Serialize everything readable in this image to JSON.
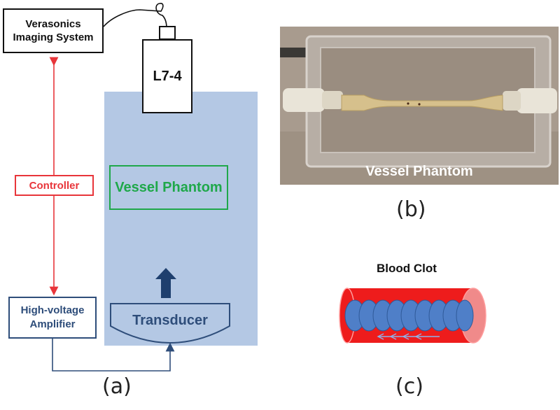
{
  "diagram_a": {
    "imaging_system": "Verasonics\nImaging System",
    "probe": "L7-4",
    "controller": "Controller",
    "vessel_phantom": "Vessel Phantom",
    "amplifier": "High-voltage\nAmplifier",
    "transducer": "Transducer",
    "label": "(a)"
  },
  "photo_b": {
    "caption": "Vessel Phantom",
    "label": "(b)"
  },
  "diagram_c": {
    "title": "Blood Clot",
    "label": "(c)"
  },
  "colors": {
    "red": "#e8353a",
    "green": "#1fa84a",
    "navy": "#2e4d7a",
    "water": "#b4c8e4",
    "clot_red": "#ee1c1c",
    "clot_blue": "#4f7fc8"
  }
}
